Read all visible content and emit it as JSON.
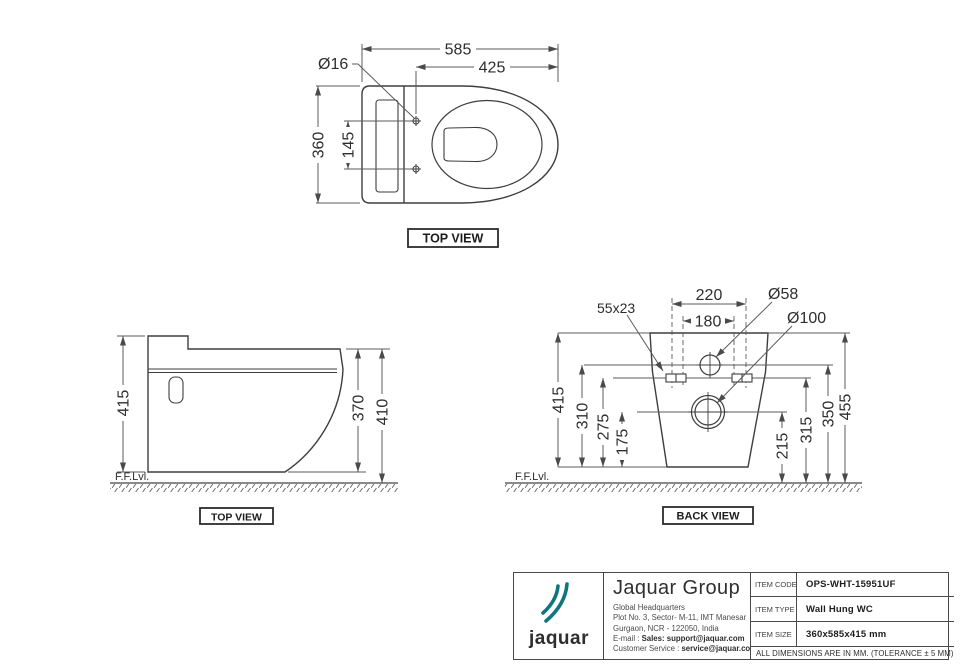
{
  "views": {
    "top": {
      "label": "TOP VIEW",
      "dim_width": "585",
      "dim_seat": "425",
      "dim_hole": "Ø16",
      "dim_depth": "360",
      "dim_hole_spacing": "145"
    },
    "side": {
      "label": "TOP VIEW",
      "floor_label": "F.F.Lvl.",
      "dim_total_height": "415",
      "dim_bowl_height": "370",
      "dim_rim_height": "410"
    },
    "back": {
      "label": "BACK VIEW",
      "floor_label": "F.F.Lvl.",
      "dim_slot": "55x23",
      "dim_span_outer": "220",
      "dim_span_inner": "180",
      "dim_inlet": "Ø58",
      "dim_outlet": "Ø100",
      "dim_h1": "415",
      "dim_h2": "310",
      "dim_h3": "275",
      "dim_h4": "175",
      "dim_h5": "215",
      "dim_h6": "315",
      "dim_h7": "350",
      "dim_h8": "455"
    }
  },
  "title_block": {
    "brand": {
      "wordmark": "jaquar",
      "name": "Jaquar Group",
      "color": "#0f767b"
    },
    "address": {
      "line1": "Global Headquarters",
      "line2": "Plot No. 3, Sector- M-11, IMT Manesar",
      "line3": "Gurgaon, NCR - 122050, India",
      "email_label": "E-mail : ",
      "email_value": "Sales: support@jaquar.com",
      "cs_label": "Customer Service : ",
      "cs_value": "service@jaquar.com"
    },
    "rows": [
      {
        "label": "ITEM CODE",
        "value": "OPS-WHT-15951UF"
      },
      {
        "label": "ITEM TYPE",
        "value": "Wall Hung WC"
      },
      {
        "label": "ITEM SIZE",
        "value": "360x585x415 mm"
      }
    ],
    "footnote": "ALL DIMENSIONS ARE IN MM. (TOLERANCE ± 5 MM)"
  }
}
